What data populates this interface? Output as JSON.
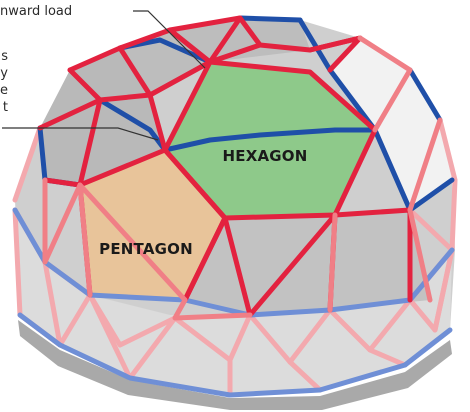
{
  "annotations": {
    "downward_load": "nward load",
    "lines": [
      "s",
      "y",
      "e",
      "t"
    ]
  },
  "labels": {
    "hexagon": "HEXAGON",
    "pentagon": "PENTAGON"
  },
  "colors": {
    "strut_red": "#e3223f",
    "strut_pink": "#f07f86",
    "strut_light_pink": "#f3a9ae",
    "strut_blue": "#1f4fa8",
    "strut_light_blue": "#6f8fd6",
    "hexagon_fill": "#8ec98a",
    "pentagon_fill": "#e8c49a",
    "panel_gray": "#c7c7c7",
    "panel_light": "#dededf",
    "leader_line": "#333333"
  }
}
